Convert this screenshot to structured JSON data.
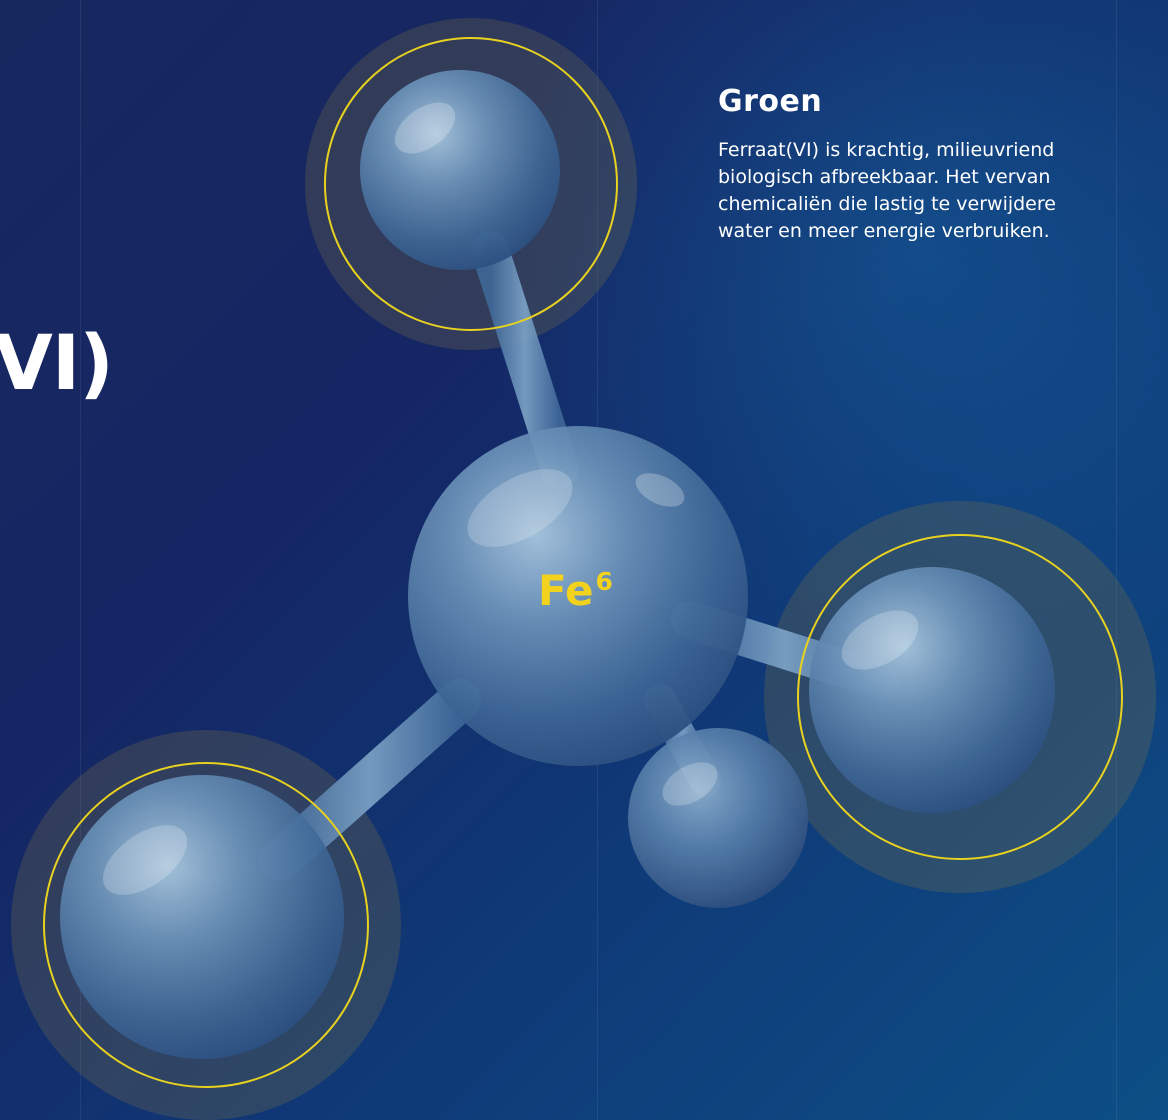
{
  "side_title": "VI)",
  "info": {
    "heading": "Groen",
    "lines": [
      "Ferraat(VI) is krachtig, milieuvriend",
      "biologisch afbreekbaar. Het vervan",
      "chemicaliën die lastig te verwijdere",
      "water en meer energie verbruiken."
    ]
  },
  "molecule": {
    "center_symbol": "Fe",
    "center_superscript": "6"
  },
  "colors": {
    "background": "#17285f",
    "highlight_ring": "#e8d21f",
    "label": "#f2d21d"
  }
}
